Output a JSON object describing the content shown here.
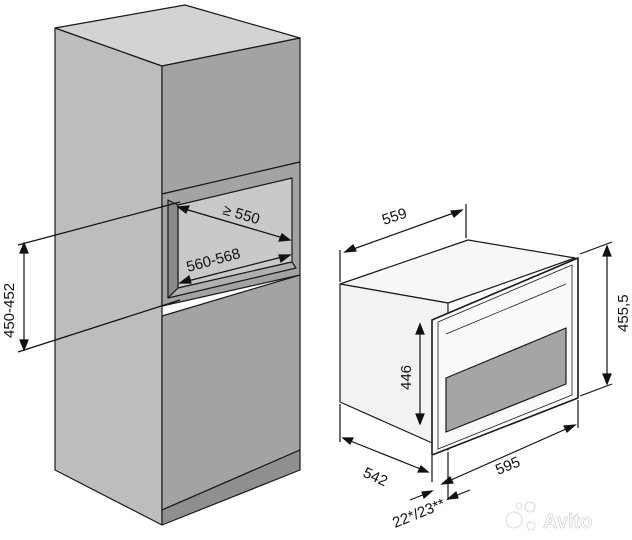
{
  "diagram": {
    "colors": {
      "cabinet_front": "#a3a3a3",
      "cabinet_side": "#bdbdbd",
      "cabinet_top": "#d3d3d3",
      "cabinet_dark": "#8a8a8a",
      "oven_body": "#f5f5f5",
      "oven_window": "#a5a5a5",
      "outline": "#1a1a1a"
    },
    "niche": {
      "depth_label": "≥ 550",
      "width_label": "560-568",
      "height_label": "450-452"
    },
    "appliance": {
      "body_width_label": "559",
      "front_height_label": "455,5",
      "body_height_label": "446",
      "body_depth_label": "542",
      "front_width_label": "595",
      "front_thickness_label": "22*/23**"
    },
    "watermark": {
      "icon": "avito-logo-icon",
      "text": "Avito"
    }
  }
}
